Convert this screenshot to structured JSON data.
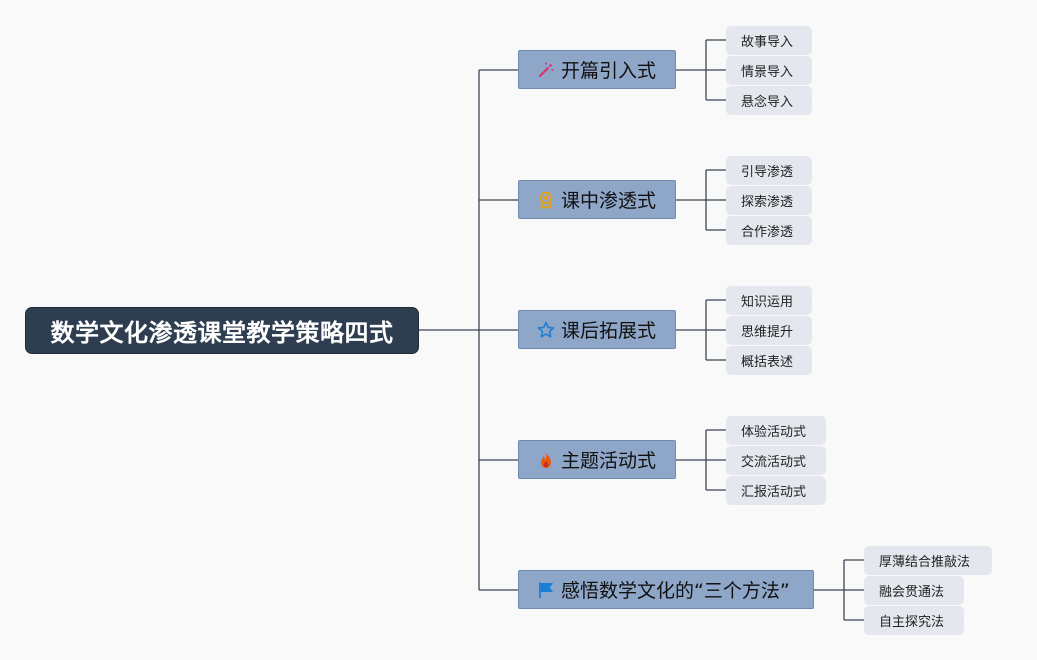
{
  "root": {
    "title": "数学文化渗透课堂教学策略四式"
  },
  "branches": [
    {
      "label": "开篇引入式",
      "icon": "magic-wand-icon",
      "children": [
        "故事导入",
        "情景导入",
        "悬念导入"
      ]
    },
    {
      "label": "课中渗透式",
      "icon": "award-medal-icon",
      "children": [
        "引导渗透",
        "探索渗透",
        "合作渗透"
      ]
    },
    {
      "label": "课后拓展式",
      "icon": "star-icon",
      "children": [
        "知识运用",
        "思维提升",
        "概括表述"
      ]
    },
    {
      "label": "主题活动式",
      "icon": "flame-icon",
      "children": [
        "体验活动式",
        "交流活动式",
        "汇报活动式"
      ]
    },
    {
      "label": "感悟数学文化的“三个方法”",
      "icon": "flag-icon",
      "children": [
        "厚薄结合推敲法",
        "融会贯通法",
        "自主探究法"
      ]
    }
  ],
  "colors": {
    "root_bg": "#2e3e50",
    "branch_bg": "#8ea6c8",
    "leaf_bg": "#e4e8ee",
    "line": "#3a4656"
  }
}
